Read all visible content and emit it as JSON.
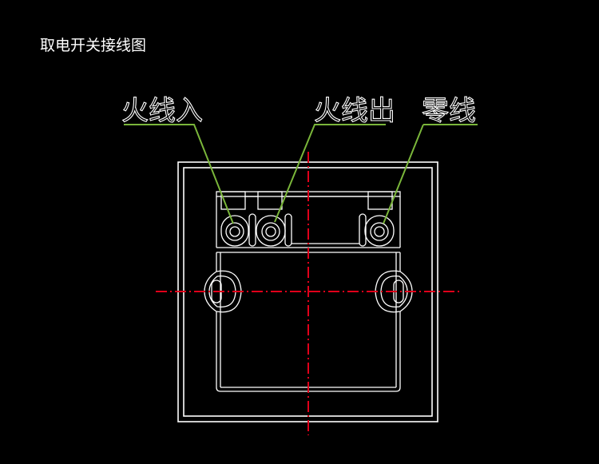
{
  "title": "取电开关接线图",
  "labels": {
    "live_in": "火线入",
    "live_out": "火线出",
    "neutral": "零线"
  },
  "colors": {
    "background": "#000000",
    "outline": "#ffffff",
    "leader": "#7ab63a",
    "centerline": "#e0001a"
  }
}
